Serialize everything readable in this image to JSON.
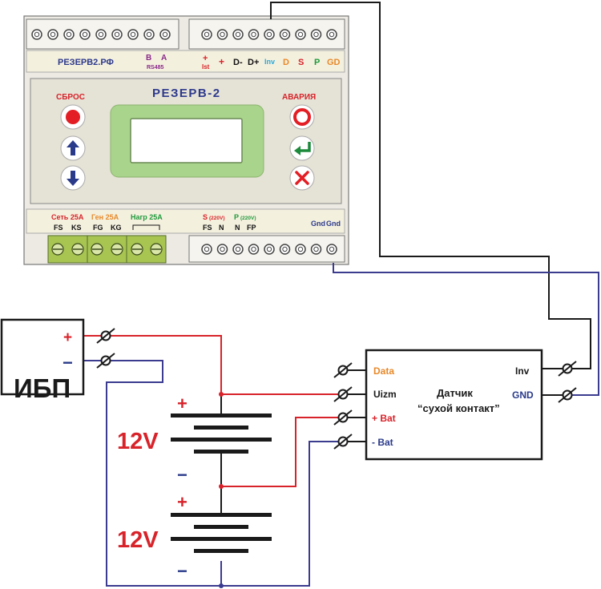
{
  "colors": {
    "device_body": "#eceae2",
    "device_panel": "#e5e2d6",
    "label_strip": "#f4f0de",
    "screen_frame": "#a9d48c",
    "terminal_green": "#a8c552",
    "wire_red": "#d8232a",
    "wire_blue": "#3b3b8f",
    "wire_black": "#1a1a1a",
    "btn_red": "#e31e24",
    "btn_blue": "#2a3a8a",
    "btn_green": "#1d8a3b",
    "text_purple": "#8a2a8a",
    "text_orange": "#e8892a",
    "text_cyan": "#2aa9d8",
    "text_green": "#1f9a3c",
    "title_blue": "#2d3a8c"
  },
  "device": {
    "site": "РЕЗЕРВ2.РФ",
    "name": "РЕЗЕРВ-2",
    "reset_label": "СБРОС",
    "alarm_label": "АВАРИЯ",
    "rs485": {
      "b": "B",
      "a": "A",
      "label": "RS485"
    },
    "top_terminals": {
      "ist_plus": "+",
      "ist": "Ist",
      "plus": "+",
      "d_minus": "D-",
      "d_plus": "D+",
      "inv": "Inv",
      "d": "D",
      "s": "S",
      "p": "P",
      "gd": "GD"
    },
    "bottom_labels": {
      "set": "Сеть 25A",
      "gen": "Ген 25A",
      "nagr": "Нагр 25A",
      "fs": "FS",
      "ks": "KS",
      "fg": "FG",
      "kg": "KG",
      "s": "S",
      "s_v": "(220V)",
      "s_fs": "FS",
      "s_n": "N",
      "p": "P",
      "p_v": "(220V)",
      "p_n": "N",
      "p_fp": "FP",
      "gnd1": "Gnd",
      "gnd2": "Gnd"
    },
    "top_screw_count_left": 9,
    "top_screw_count_right": 9,
    "bottom_screw_count_right": 9
  },
  "ups": {
    "label": "ИБП",
    "plus": "+",
    "minus": "−"
  },
  "batteries": [
    {
      "label": "12V",
      "plus": "+",
      "minus": "−"
    },
    {
      "label": "12V",
      "plus": "+",
      "minus": "−"
    }
  ],
  "sensor": {
    "title_line1": "Датчик",
    "title_line2": "“сухой контакт”",
    "data": "Data",
    "uizm": "Uizm",
    "plus_bat": "+ Bat",
    "minus_bat": "- Bat",
    "inv": "Inv",
    "gnd": "GND"
  }
}
